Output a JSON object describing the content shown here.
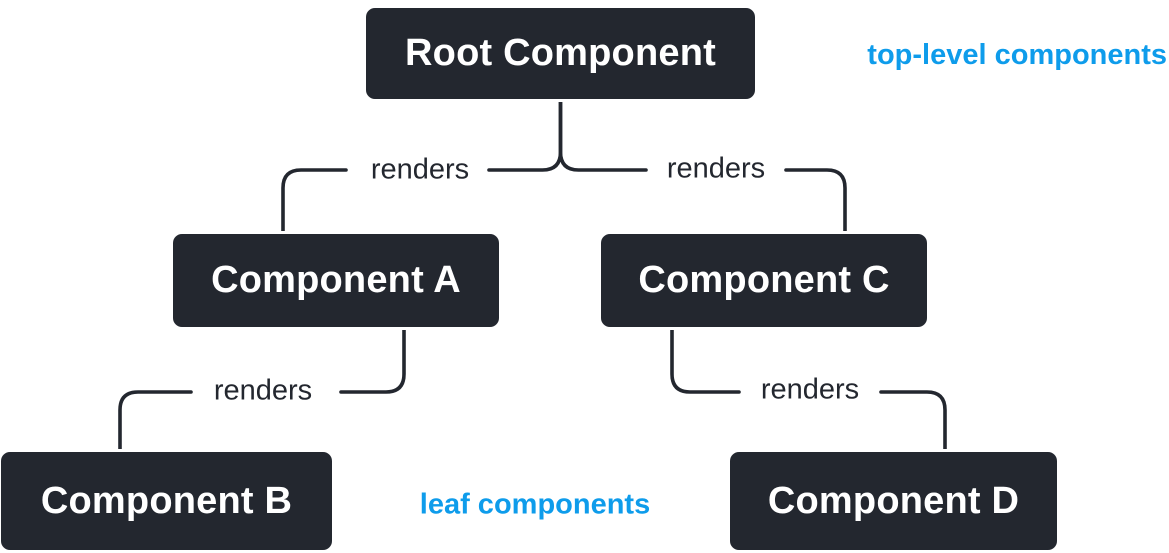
{
  "diagram": {
    "title_context": "component tree",
    "nodes": {
      "root": {
        "label": "Root Component"
      },
      "a": {
        "label": "Component A"
      },
      "b": {
        "label": "Component B"
      },
      "c": {
        "label": "Component C"
      },
      "d": {
        "label": "Component D"
      }
    },
    "edges": [
      {
        "from": "root",
        "to": "a",
        "label": "renders"
      },
      {
        "from": "root",
        "to": "c",
        "label": "renders"
      },
      {
        "from": "a",
        "to": "b",
        "label": "renders"
      },
      {
        "from": "c",
        "to": "d",
        "label": "renders"
      }
    ],
    "annotations": {
      "top_right": "top-level components",
      "bottom_center": "leaf components"
    },
    "colors": {
      "node_background": "#23272f",
      "node_border": "#ffffff",
      "node_text": "#ffffff",
      "connector": "#23272f",
      "edge_label_text": "#23272f",
      "annotation_text": "#0e9ceb",
      "background": "#ffffff"
    }
  }
}
